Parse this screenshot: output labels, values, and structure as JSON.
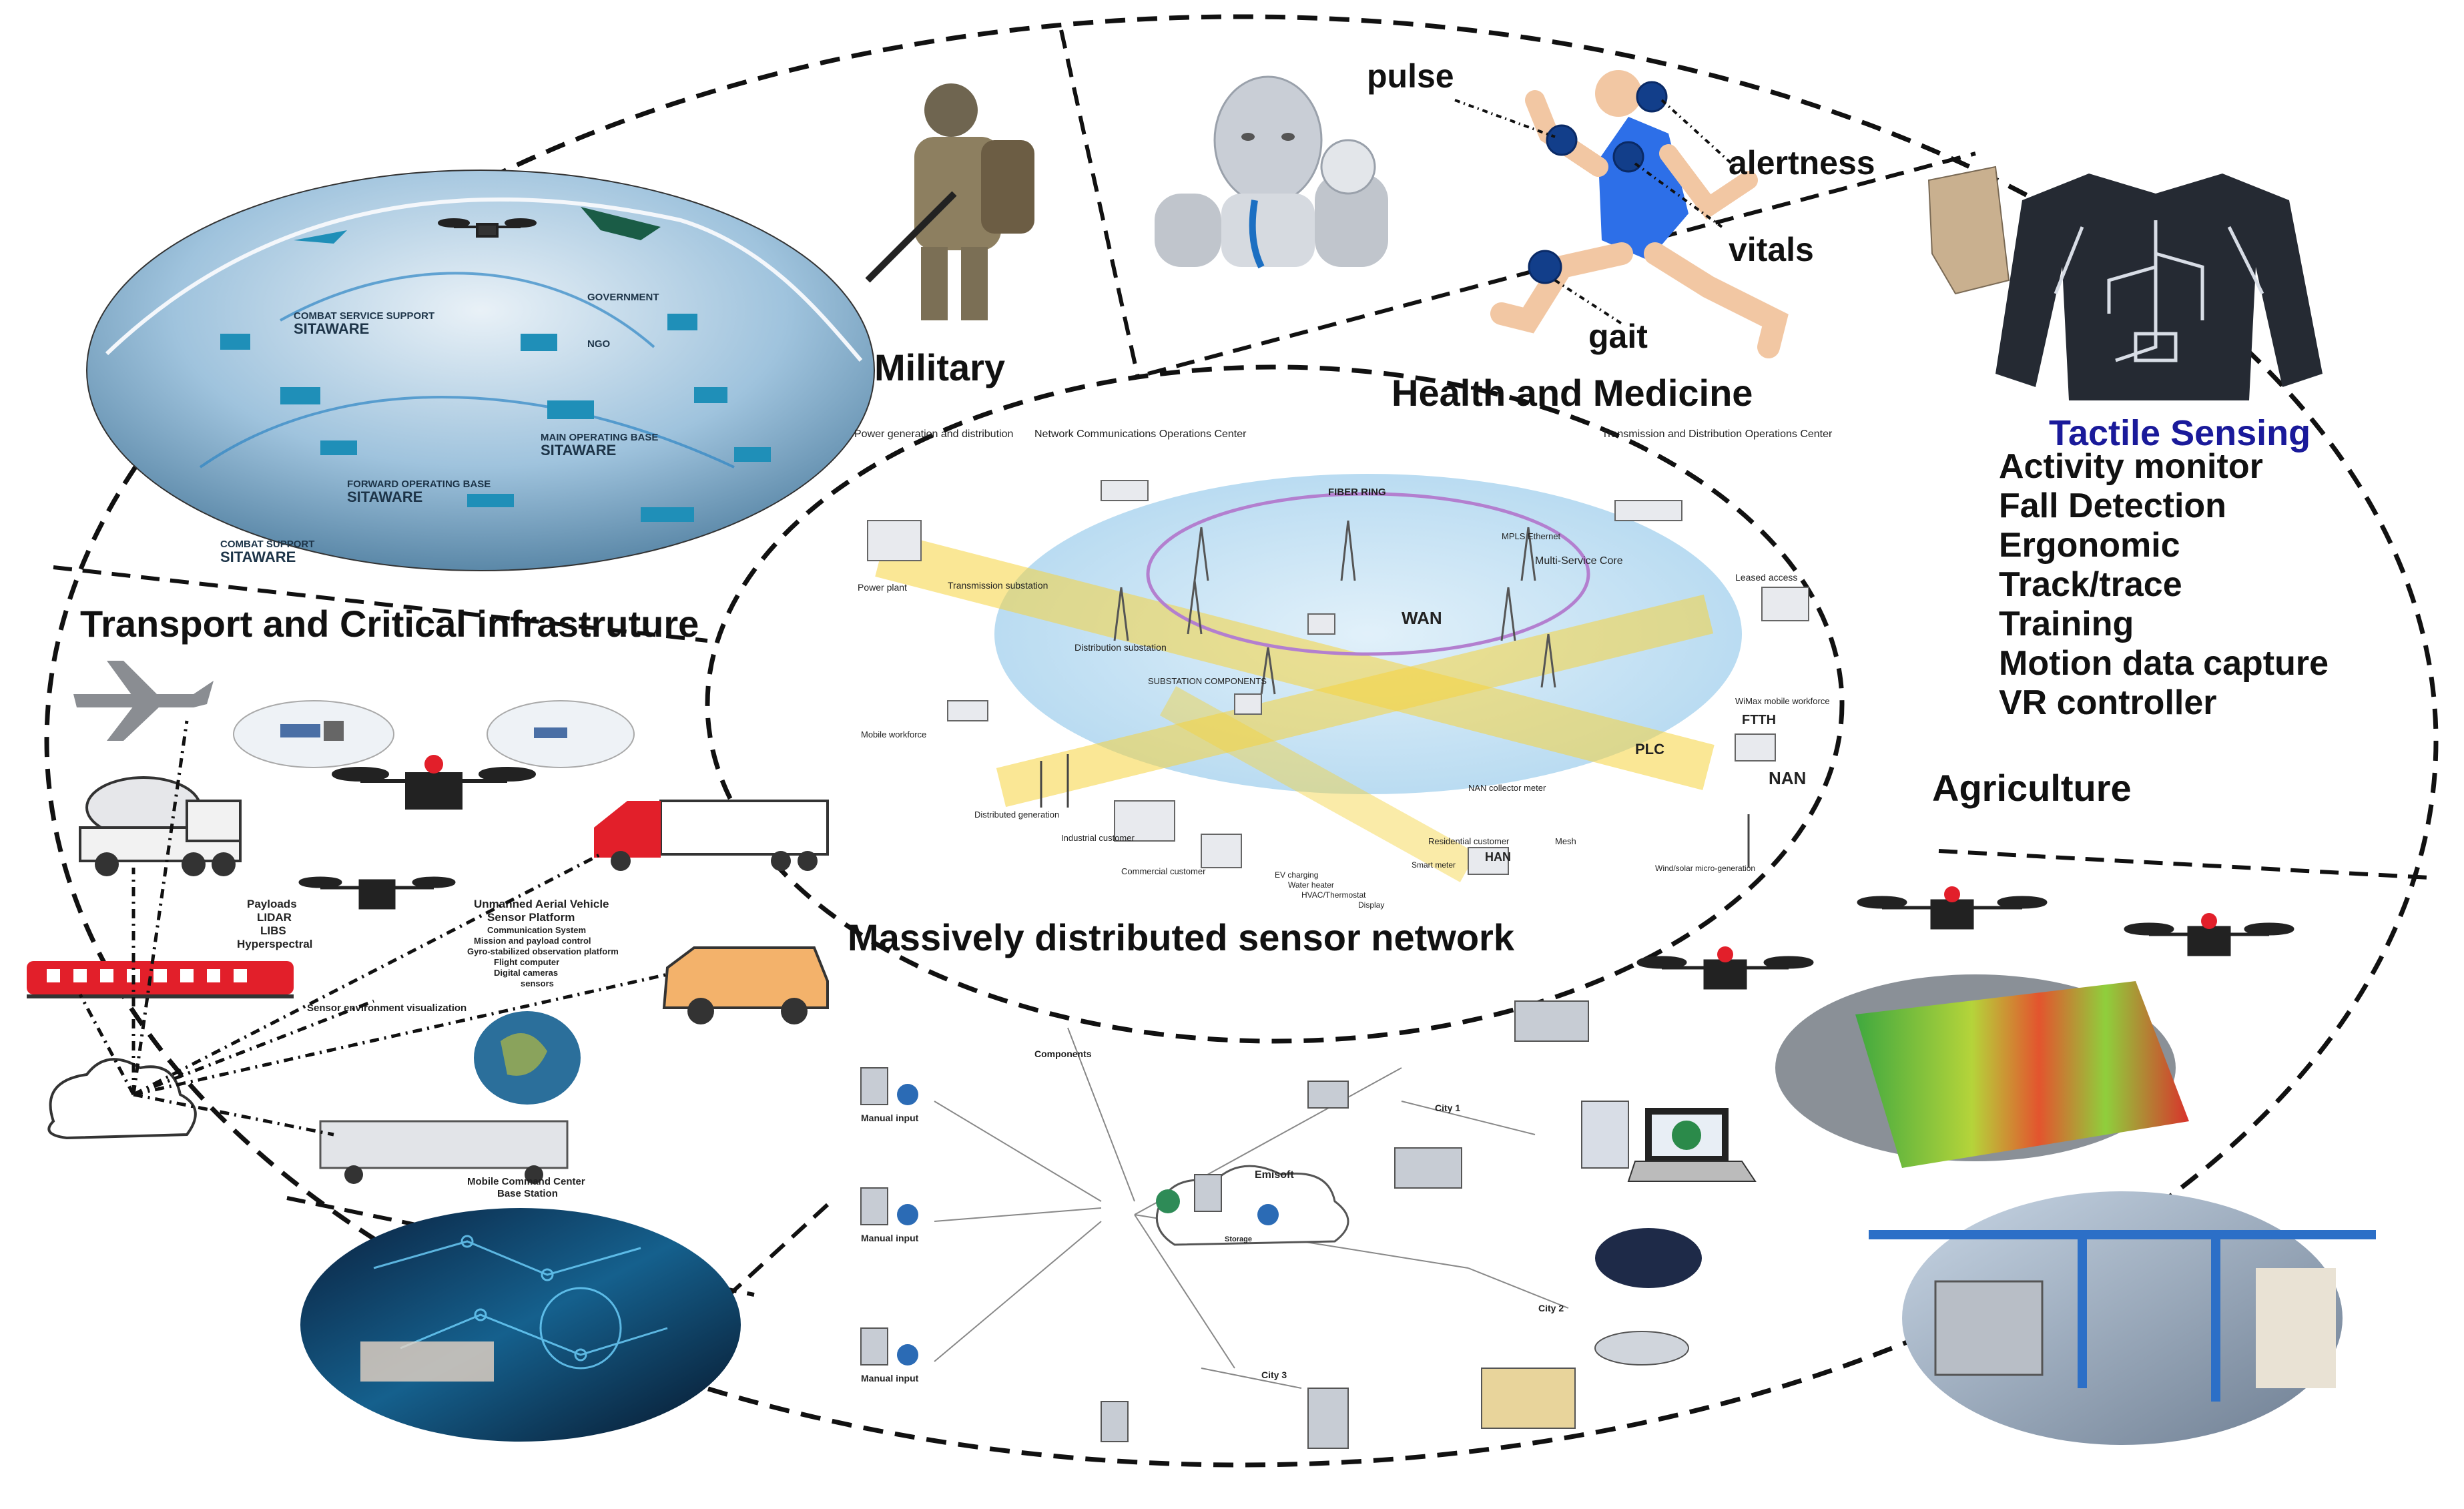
{
  "sections": {
    "military": "Military",
    "health": "Health and Medicine",
    "transport": "Transport and Critical infrastruture",
    "sensor_network": "Massively distributed sensor network",
    "agriculture": "Agriculture"
  },
  "health_labels": {
    "pulse": "pulse",
    "alertness": "alertness",
    "vitals": "vitals",
    "gait": "gait"
  },
  "tactile": {
    "title": "Tactile Sensing",
    "title_color": "#1a1a9a",
    "items": [
      "Activity monitor",
      "Fall Detection",
      "Ergonomic",
      "Track/trace",
      "Training",
      "Motion data capture",
      "VR controller"
    ]
  },
  "military_map": {
    "labels": [
      "COMBAT SERVICE SUPPORT",
      "SITAWARE",
      "GOVERNMENT",
      "NGO",
      "MAIN OPERATING BASE",
      "SITAWARE",
      "FORWARD OPERATING BASE",
      "SITAWARE",
      "COMBAT SUPPORT",
      "SITAWARE"
    ]
  },
  "grid": {
    "labels": [
      "Power generation and distribution",
      "Network Communications Operations Center",
      "Transmission and Distribution Operations Center",
      "FIBER RING",
      "MPLS Ethernet",
      "Multi-Service Core",
      "WAN",
      "Power plant",
      "Transmission substation",
      "Distribution substation",
      "SUBSTATION COMPONENTS",
      "Leased access",
      "FTTH",
      "WiMax mobile workforce",
      "PLC",
      "NAN",
      "Mobile workforce",
      "Distributed generation",
      "Industrial customer",
      "Commercial customer",
      "NAN collector meter",
      "Residential customer",
      "HAN",
      "Mesh",
      "Wind/solar micro-generation",
      "EV charging",
      "Water heater",
      "HVAC/Thermostat",
      "Display",
      "Smart meter"
    ]
  },
  "uav": {
    "payloads": [
      "Payloads",
      "LIDAR",
      "LIBS",
      "Hyperspectral"
    ],
    "platform": [
      "Unmanned Aerial Vehicle",
      "Sensor Platform",
      "Communication System",
      "Mission and payload control",
      "Gyro-stabilized observation platform",
      "Flight computer",
      "Digital cameras",
      "sensors"
    ],
    "viz": "Sensor environment visualization",
    "command": [
      "Mobile Command Center",
      "Base Station"
    ]
  },
  "sensor_net": {
    "components": "Components",
    "manual_input": "Manual input",
    "emisoft": "Emisoft",
    "storage": "Storage",
    "cities": [
      "City 1",
      "City 2",
      "City 3"
    ]
  }
}
